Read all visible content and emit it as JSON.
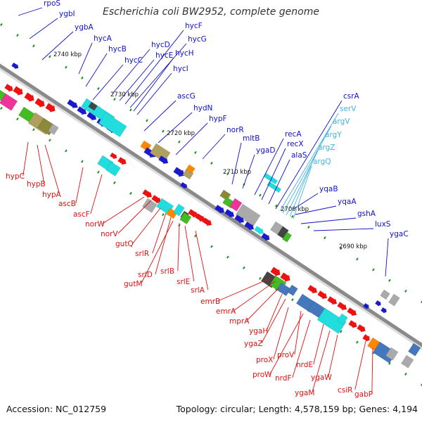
{
  "title": "Escherichia coli BW2952, complete genome",
  "footer": {
    "accession": "Accession: NC_012759",
    "topology": "Topology: circular; Length: 4,578,159 bp; Genes: 4,194"
  },
  "colors": {
    "upper_label": "#1010cc",
    "lower_label": "#dd1111",
    "rna_label": "#44b4e0",
    "backbone": "#888888"
  },
  "ticks": [
    "2740 kbp",
    "2730 kbp",
    "2720 kbp",
    "2710 kbp",
    "2700 kbp",
    "2690 kbp"
  ],
  "upper_genes": [
    "rpoS",
    "ygbI",
    "ygbA",
    "hycA",
    "hycB",
    "hycC",
    "hycD",
    "hycE",
    "hycF",
    "hycG",
    "hycH",
    "hycI",
    "ascG",
    "hydN",
    "hypF",
    "norR",
    "mltB",
    "ygaD",
    "recA",
    "recX",
    "alaS",
    "csrA",
    "yqaB",
    "yqaA",
    "gshA",
    "luxS",
    "ygaC"
  ],
  "rna_genes": [
    "serV",
    "argV",
    "argY",
    "argZ",
    "argQ"
  ],
  "lower_genes": [
    "hypC",
    "hypB",
    "hypA",
    "ascB",
    "ascF",
    "norW",
    "norV",
    "gutQ",
    "srlR",
    "srlD",
    "gutM",
    "srlB",
    "srlE",
    "srlA",
    "emrB",
    "emrA",
    "mprA",
    "ygaH",
    "ygaZ",
    "proX",
    "proV",
    "proW",
    "nrdF",
    "nrdE",
    "ygaM",
    "ygaW",
    "csiR",
    "gabP"
  ]
}
